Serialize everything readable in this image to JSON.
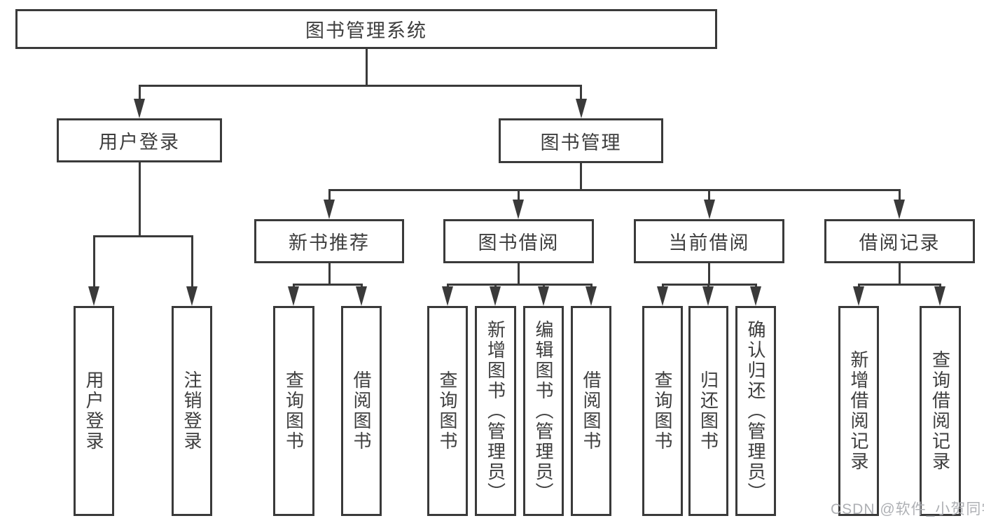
{
  "diagram": {
    "type": "hierarchy-tree",
    "title": "图书管理系统",
    "colors": {
      "background": "#ffffff",
      "line": "#3a3a3a",
      "text": "#3e3e3e",
      "watermark": "#aaacb0"
    },
    "root": {
      "label": "图书管理系统"
    },
    "level2": [
      {
        "id": "user_login",
        "label": "用户登录",
        "parent": "root"
      },
      {
        "id": "book_mgmt",
        "label": "图书管理",
        "parent": "root"
      }
    ],
    "level3": [
      {
        "id": "new_books",
        "label": "新书推荐",
        "parent": "book_mgmt"
      },
      {
        "id": "book_borrow",
        "label": "图书借阅",
        "parent": "book_mgmt"
      },
      {
        "id": "current_borrow",
        "label": "当前借阅",
        "parent": "book_mgmt"
      },
      {
        "id": "borrow_records",
        "label": "借阅记录",
        "parent": "book_mgmt"
      }
    ],
    "leaves": {
      "user_login": [
        "用户登录",
        "注销登录"
      ],
      "new_books": [
        "查询图书",
        "借阅图书"
      ],
      "book_borrow": [
        "查询图书",
        "新增图书（管理员）",
        "编辑图书（管理员）",
        "借阅图书"
      ],
      "current_borrow": [
        "查询图书",
        "归还图书",
        "确认归还（管理员）"
      ],
      "borrow_records": [
        "新增借阅记录",
        "查询借阅记录"
      ]
    },
    "watermark": "CSDN @软件_小贺同学"
  }
}
